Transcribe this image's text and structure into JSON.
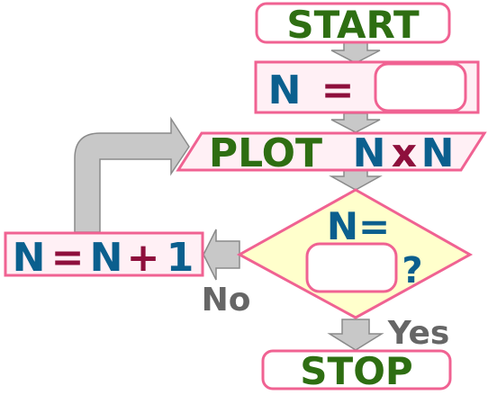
{
  "flowchart": {
    "start_label": "START",
    "assign_var": "N",
    "assign_eq": "=",
    "plot_word": "PLOT",
    "plot_n1": "N",
    "plot_x": "x",
    "plot_n2": "N",
    "decision_line1": "N=",
    "decision_q": "?",
    "increment": {
      "n1": "N",
      "eq": "=",
      "n2": "N",
      "plus": "+",
      "one": "1"
    },
    "no_label": "No",
    "yes_label": "Yes",
    "stop_label": "STOP"
  },
  "colors": {
    "box_border": "#f06292",
    "box_fill": "#fff0f5",
    "decision_fill": "#ffffcc",
    "start_stop_text": "#2e6e12",
    "variable_blue": "#0b5f8e",
    "operator_red": "#8e0f3c",
    "arrow_gray": "#c8c8c8",
    "label_gray": "#666666"
  }
}
